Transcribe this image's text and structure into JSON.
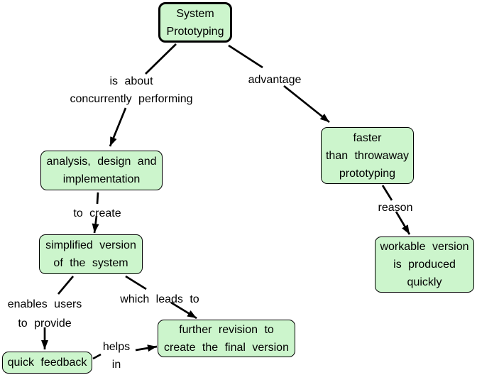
{
  "diagram": {
    "type": "concept-map",
    "topic": "System Prototyping",
    "colors": {
      "background": "#ffffff",
      "node_fill": "#ccf5cc",
      "node_border": "#000000",
      "edge_line": "#000000",
      "text": "#000000"
    },
    "nodes": {
      "system": {
        "lines": [
          "System",
          "Prototyping"
        ]
      },
      "analysis": {
        "lines": [
          "analysis, design and",
          "implementation"
        ]
      },
      "simplified": {
        "lines": [
          "simplified version",
          "of the system"
        ]
      },
      "quick": {
        "lines": [
          "quick feedback"
        ]
      },
      "further": {
        "lines": [
          "further revision to",
          "create the final version"
        ]
      },
      "faster": {
        "lines": [
          "faster",
          "than throwaway",
          "prototyping"
        ]
      },
      "workable": {
        "lines": [
          "workable version",
          "is produced",
          "quickly"
        ]
      }
    },
    "edge_labels": {
      "is_about": {
        "lines": [
          "is about",
          "concurrently performing"
        ]
      },
      "advantage": {
        "lines": [
          "advantage"
        ]
      },
      "to_create": {
        "lines": [
          "to create"
        ]
      },
      "enables": {
        "lines": [
          "enables users",
          "to provide"
        ]
      },
      "which": {
        "lines": [
          "which leads to"
        ]
      },
      "helps": {
        "lines": [
          "helps",
          "in"
        ]
      },
      "reason": {
        "lines": [
          "reason"
        ]
      }
    },
    "relations": [
      {
        "from": "System Prototyping",
        "label": "is about concurrently performing",
        "to": "analysis, design and implementation"
      },
      {
        "from": "analysis, design and implementation",
        "label": "to create",
        "to": "simplified version of the system"
      },
      {
        "from": "simplified version of the system",
        "label": "enables users to provide",
        "to": "quick feedback"
      },
      {
        "from": "simplified version of the system",
        "label": "which leads to",
        "to": "further revision to create the final version"
      },
      {
        "from": "quick feedback",
        "label": "helps in",
        "to": "further revision to create the final version"
      },
      {
        "from": "System Prototyping",
        "label": "advantage",
        "to": "faster than throwaway prototyping"
      },
      {
        "from": "faster than throwaway prototyping",
        "label": "reason",
        "to": "workable version is produced quickly"
      }
    ]
  }
}
